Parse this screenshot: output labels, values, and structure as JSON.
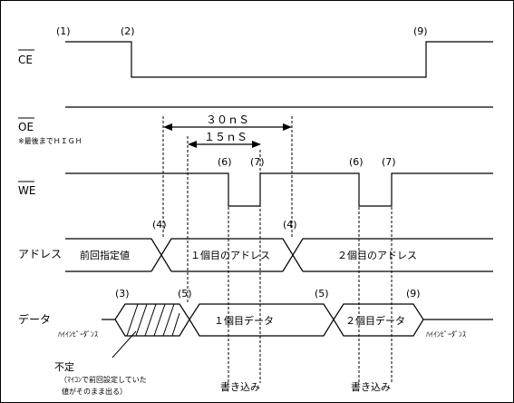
{
  "markers": {
    "m1": "(1)",
    "m2": "(2)",
    "m3": "(3)",
    "m4a": "(4)",
    "m4b": "(4)",
    "m5a": "(5)",
    "m5b": "(5)",
    "m6a": "(6)",
    "m6b": "(6)",
    "m7a": "(7)",
    "m7b": "(7)",
    "m9a": "(9)",
    "m9b": "(9)"
  },
  "signals": {
    "ce": "CE",
    "oe": "OE",
    "oe_note": "※最後までＨＩＧＨ",
    "we": "WE",
    "address": "アドレス",
    "data": "データ"
  },
  "timing": {
    "t30": "３０ｎＳ",
    "t15": "１５ｎＳ"
  },
  "address_bus": {
    "prev": "前回指定値",
    "first": "１個目のアドレス",
    "second": "２個目のアドレス"
  },
  "data_bus": {
    "hiz_left": "ﾊｲｲﾝﾋﾟｰﾀﾞﾝｽ",
    "hiz_right": "ﾊｲｲﾝﾋﾟｰﾀﾞﾝｽ",
    "first": "１個目データ",
    "second": "２個目データ"
  },
  "notes": {
    "undefined_title": "不定",
    "undefined_line1": "（ﾏｲｺﾝで前回設定していた",
    "undefined_line2": "値がそのまま出る）",
    "write1": "書き込み",
    "write2": "書き込み"
  }
}
